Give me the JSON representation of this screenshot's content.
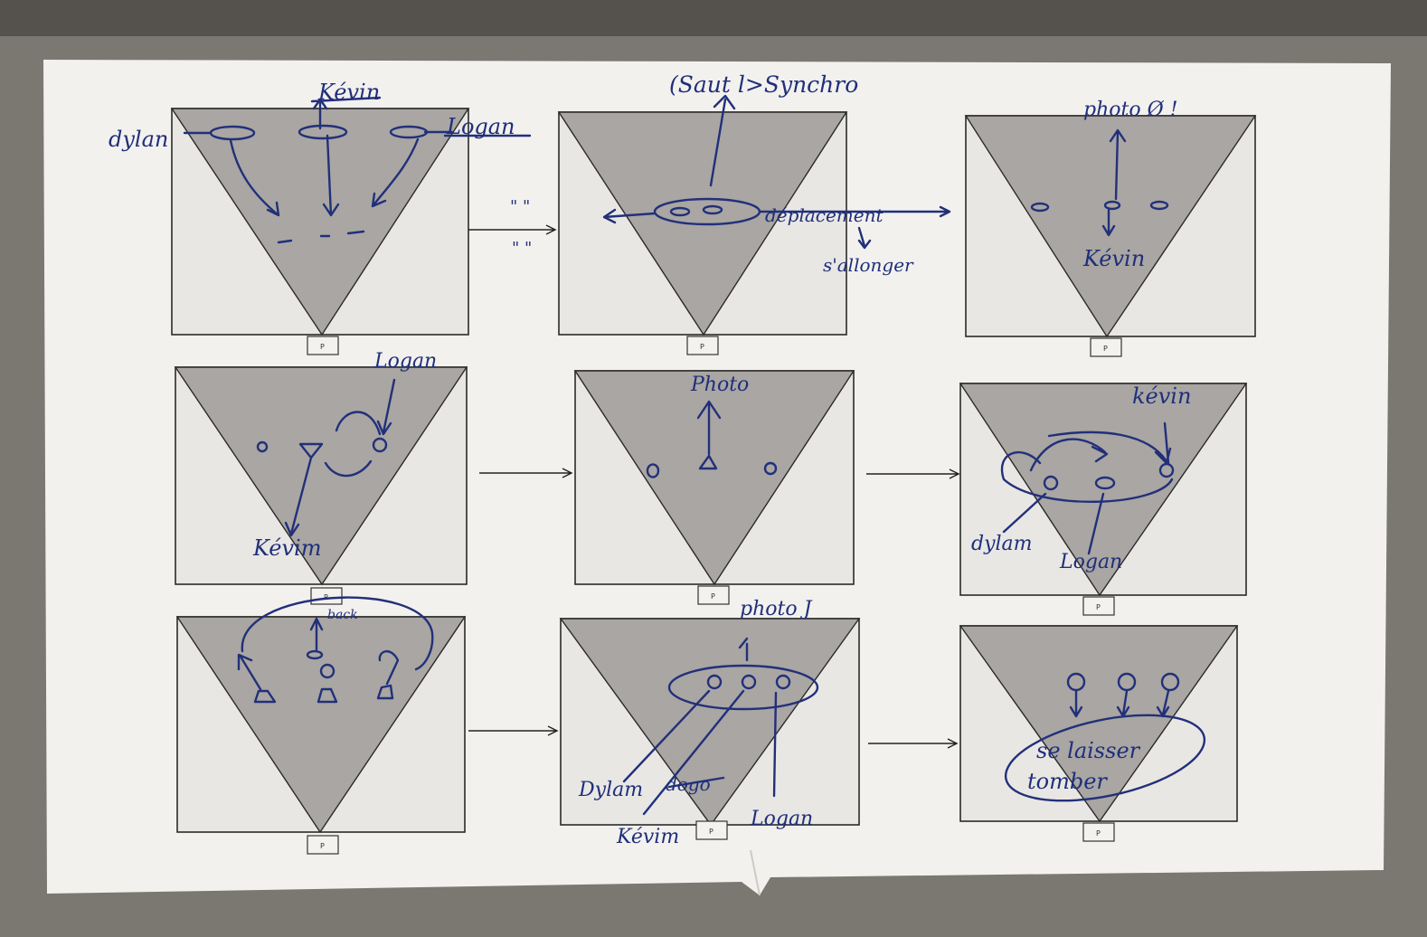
{
  "photo": {
    "frame_labels": [
      "P",
      "P",
      "P",
      "P",
      "P",
      "P",
      "P",
      "P",
      "P"
    ],
    "annotations": {
      "p1_top": "Kévin",
      "p1_left": "dylan",
      "p1_right": "Logan",
      "p2_top": "(Saut l>Synchro",
      "p2_right": "déplacement",
      "p2_below": "s'allonger",
      "p2_marks_a": "\"     \"",
      "p2_marks_b": "\"     \"",
      "p3_top": "photo Ø !",
      "p3_name": "Kévin",
      "p4_top": "Logan",
      "p4_bottom": "Kévim",
      "p5_top": "Photo",
      "p6_top": "kévin",
      "p6_left": "dylam",
      "p6_bottom": "Logan",
      "p7_small": "back",
      "p8_top": "photo J",
      "p8_left": "Dylam",
      "p8_struck": "dogo",
      "p8_bottom": "Kévim",
      "p8_right": "Logan",
      "p9_line1": "se laisser",
      "p9_line2": "tomber"
    }
  }
}
